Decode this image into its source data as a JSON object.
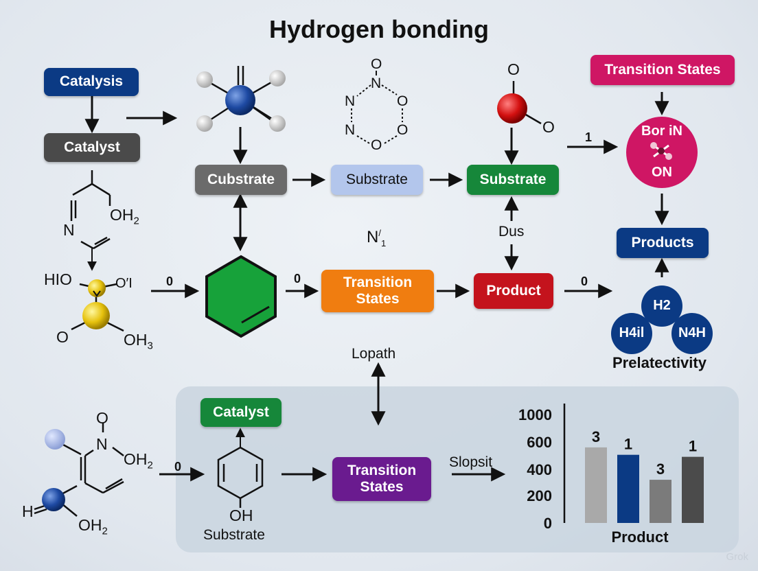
{
  "title": "Hydrogen bonding",
  "colors": {
    "navy": "#0b3a84",
    "dark_gray": "#4a4a4a",
    "gray": "#6b6b6b",
    "light_blue": "#b3c6ec",
    "green": "#16873a",
    "orange": "#f07d10",
    "red": "#c4131d",
    "magenta": "#cf1664",
    "purple": "#6a1b8f",
    "chart_light": "#a9a9a9",
    "chart_navy": "#0b3a84",
    "chart_mid": "#7b7b7b",
    "chart_dark": "#4b4b4b"
  },
  "boxes": {
    "catalysis": "Catalysis",
    "catalyst_top": "Catalyst",
    "cubstrate": "Cubstrate",
    "substrate_blue": "Substrate",
    "substrate_green": "Substrate",
    "transition_top": "Transition States",
    "transition_mid": "Transition States",
    "product_red": "Product",
    "products": "Products",
    "catalyst_bottom": "Catalyst",
    "transition_bottom": "Transition States",
    "bor_circle_line1": "Bor iN",
    "bor_circle_line2": "ON"
  },
  "labels": {
    "dus": "Dus",
    "lopath": "Lopath",
    "slopsit": "Slopsit",
    "prelatectivity": "Prelatectivity",
    "substrate_text": "Substrate",
    "n_label": "N",
    "n_super": "/",
    "n_sub": "1"
  },
  "arrow_labels": {
    "one": "1",
    "zero_a": "0",
    "zero_b": "0",
    "zero_c": "0",
    "zero_d": "0"
  },
  "hydrogens": {
    "h2": "H2",
    "h4": "H4il",
    "n4h": "N4H"
  },
  "molecules": {
    "ring_O_top": "O",
    "ring_N_top": "N",
    "ring_N1": "N",
    "ring_N2": "N",
    "ring_O1": "O",
    "ring_O2": "O",
    "ring_O3": "O",
    "red_O_top": "O",
    "red_O_right": "O",
    "pyr_N": "N",
    "pyr_OH2": "OH2",
    "yellow_HIO": "HIO",
    "yellow_O1": "O′I",
    "yellow_O": "O",
    "yellow_OH3": "OH3",
    "bl_O": "O",
    "bl_N": "N",
    "bl_OH2": "OH2",
    "bl_H": "H",
    "bl_OH2b": "OH2",
    "benz_OH": "OH"
  },
  "watermark": "Grok",
  "chart_data": {
    "type": "bar",
    "xlabel": "Product",
    "yticks": [
      0,
      200,
      400,
      600,
      1000
    ],
    "values": [
      560,
      505,
      320,
      490
    ],
    "bar_labels": [
      "3",
      "1",
      "3",
      "1"
    ],
    "bar_colors": [
      "#a9a9a9",
      "#0b3a84",
      "#7b7b7b",
      "#4b4b4b"
    ]
  }
}
